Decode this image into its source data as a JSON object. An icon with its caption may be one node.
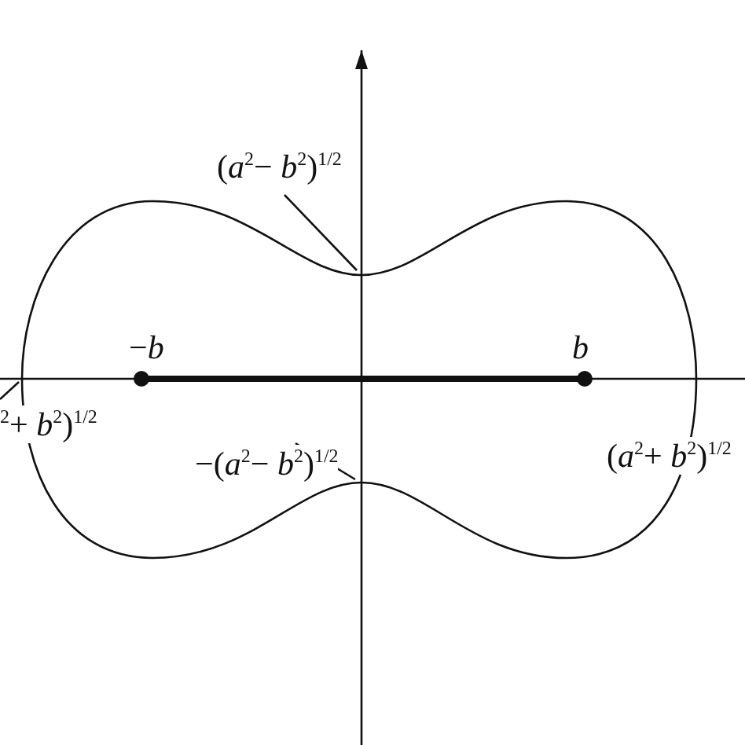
{
  "diagram": {
    "nodes": [
      {
        "text": [
          "(*a*$^{2}$− *b*$^{2}$)$^{1/2}$"
        ]
      },
      {
        "text": [
          "$^{2}$+ *b*$^{2}$)$^{1/2}$"
        ]
      },
      {
        "text": [
          "−(*a*$^{2}$− *b*$^{2}$)$^{1/2}$"
        ]
      },
      {
        "text": [
          "(*a*$^{2}$+ *b*$^{2}$)$^{1/2}$"
        ]
      }
    ],
    "edges": [
      {
        "from": 0,
        "to": null,
        "arrow": "none"
      },
      {
        "from": 1,
        "to": null,
        "arrow": "none"
      },
      {
        "from": 2,
        "to": null,
        "arrow": "none"
      }
    ],
    "labels": [
      "−*b*",
      "*b*"
    ]
  }
}
